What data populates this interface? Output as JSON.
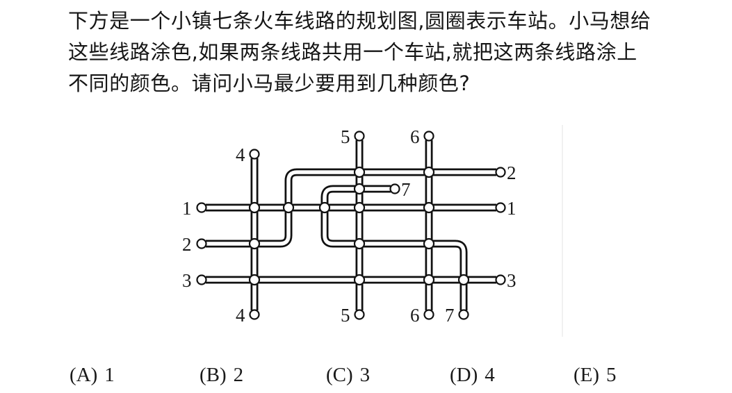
{
  "question": {
    "lines": [
      "下方是一个小镇七条火车线路的规划图,圆圈表示车站。小马想给",
      "这些线路涂色,如果两条线路共用一个车站,就把这两条线路涂上",
      "不同的颜色。请问小马最少要用到几种颜色?"
    ]
  },
  "diagram": {
    "description": "Railway map of seven lines; circles are stations",
    "line_labels": {
      "left": [
        "1",
        "2",
        "3"
      ],
      "right": [
        "2",
        "7",
        "1",
        "3"
      ],
      "top": [
        "4",
        "5",
        "6"
      ],
      "bottom": [
        "4",
        "5",
        "6",
        "7"
      ]
    },
    "lines": [
      {
        "id": "1",
        "route": "horizontal, left 1 to right 1"
      },
      {
        "id": "2",
        "route": "left 2 → east → north → east to right 2"
      },
      {
        "id": "3",
        "route": "horizontal, left 3 to right 3"
      },
      {
        "id": "4",
        "route": "vertical, top 4 to bottom 4"
      },
      {
        "id": "5",
        "route": "vertical, top 5 to bottom 5"
      },
      {
        "id": "6",
        "route": "vertical, top 6 to bottom 6"
      },
      {
        "id": "7",
        "route": "right 7 → west → south → east → south to bottom 7"
      }
    ]
  },
  "options": [
    {
      "letter": "(A)",
      "value": "1"
    },
    {
      "letter": "(B)",
      "value": "2"
    },
    {
      "letter": "(C)",
      "value": "3"
    },
    {
      "letter": "(D)",
      "value": "4"
    },
    {
      "letter": "(E)",
      "value": "5"
    }
  ]
}
